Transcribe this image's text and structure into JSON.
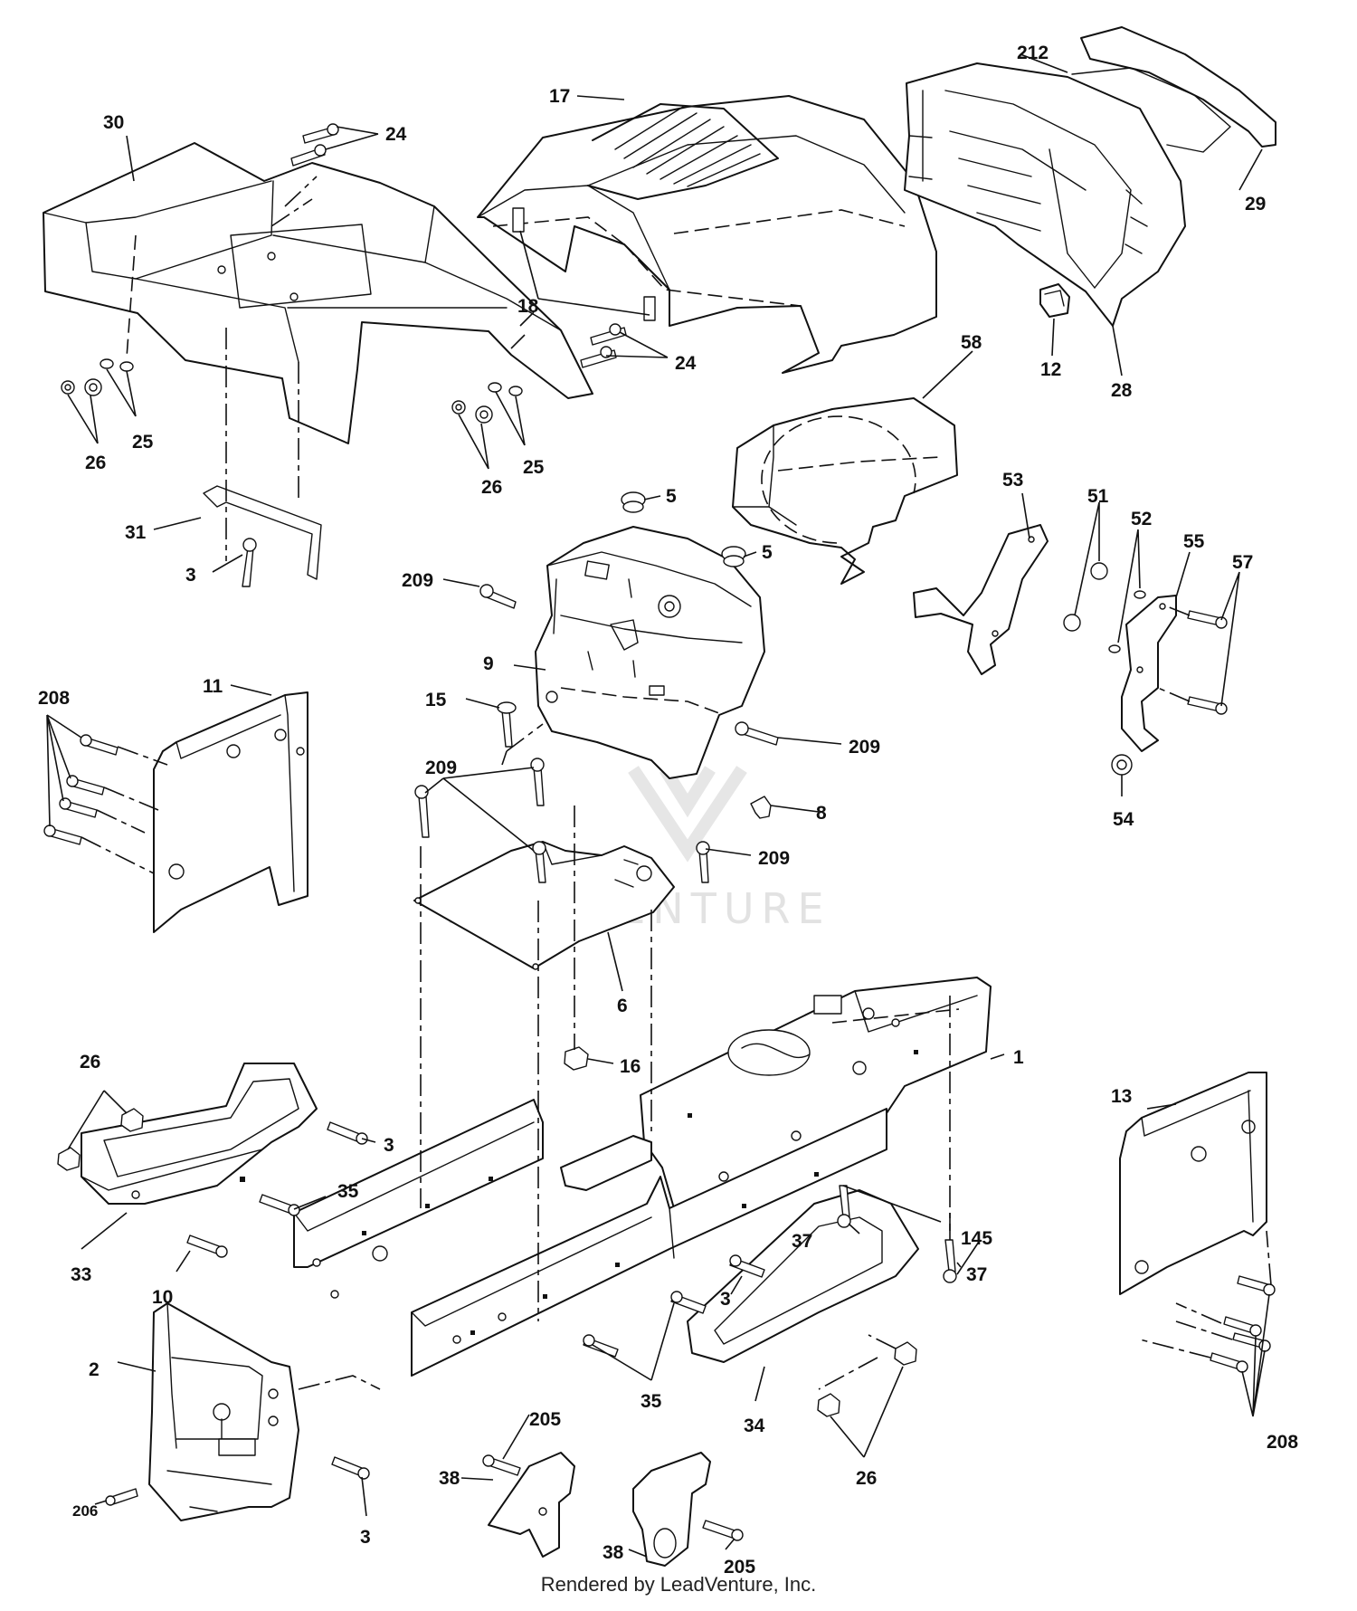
{
  "watermark": "LEADVENTURE",
  "footer": "Rendered by LeadVenture, Inc.",
  "callouts": [
    {
      "id": "c30",
      "text": "30"
    },
    {
      "id": "c24a",
      "text": "24"
    },
    {
      "id": "c17",
      "text": "17"
    },
    {
      "id": "c212",
      "text": "212"
    },
    {
      "id": "c29",
      "text": "29"
    },
    {
      "id": "c18",
      "text": "18"
    },
    {
      "id": "c24b",
      "text": "24"
    },
    {
      "id": "c12",
      "text": "12"
    },
    {
      "id": "c28",
      "text": "28"
    },
    {
      "id": "c26a",
      "text": "26"
    },
    {
      "id": "c25a",
      "text": "25"
    },
    {
      "id": "c26b",
      "text": "26"
    },
    {
      "id": "c25b",
      "text": "25"
    },
    {
      "id": "c58",
      "text": "58"
    },
    {
      "id": "c31",
      "text": "31"
    },
    {
      "id": "c3a",
      "text": "3"
    },
    {
      "id": "c5a",
      "text": "5"
    },
    {
      "id": "c5b",
      "text": "5"
    },
    {
      "id": "c53",
      "text": "53"
    },
    {
      "id": "c51",
      "text": "51"
    },
    {
      "id": "c52",
      "text": "52"
    },
    {
      "id": "c55",
      "text": "55"
    },
    {
      "id": "c57",
      "text": "57"
    },
    {
      "id": "c209a",
      "text": "209"
    },
    {
      "id": "c9",
      "text": "9"
    },
    {
      "id": "c208a",
      "text": "208"
    },
    {
      "id": "c11",
      "text": "11"
    },
    {
      "id": "c15",
      "text": "15"
    },
    {
      "id": "c209b",
      "text": "209"
    },
    {
      "id": "c209c",
      "text": "209"
    },
    {
      "id": "c8",
      "text": "8"
    },
    {
      "id": "c54",
      "text": "54"
    },
    {
      "id": "c209d",
      "text": "209"
    },
    {
      "id": "c6",
      "text": "6"
    },
    {
      "id": "c1",
      "text": "1"
    },
    {
      "id": "c16",
      "text": "16"
    },
    {
      "id": "c26c",
      "text": "26"
    },
    {
      "id": "c3b",
      "text": "3"
    },
    {
      "id": "c13",
      "text": "13"
    },
    {
      "id": "c35a",
      "text": "35"
    },
    {
      "id": "c33",
      "text": "33"
    },
    {
      "id": "c10",
      "text": "10"
    },
    {
      "id": "c37a",
      "text": "37"
    },
    {
      "id": "c145",
      "text": "145"
    },
    {
      "id": "c37b",
      "text": "37"
    },
    {
      "id": "c3c",
      "text": "3"
    },
    {
      "id": "c2",
      "text": "2"
    },
    {
      "id": "c35b",
      "text": "35"
    },
    {
      "id": "c205a",
      "text": "205"
    },
    {
      "id": "c34",
      "text": "34"
    },
    {
      "id": "c208b",
      "text": "208"
    },
    {
      "id": "c38a",
      "text": "38"
    },
    {
      "id": "c26d",
      "text": "26"
    },
    {
      "id": "c206",
      "text": "206"
    },
    {
      "id": "c3d",
      "text": "3"
    },
    {
      "id": "c38b",
      "text": "38"
    },
    {
      "id": "c205b",
      "text": "205"
    }
  ]
}
